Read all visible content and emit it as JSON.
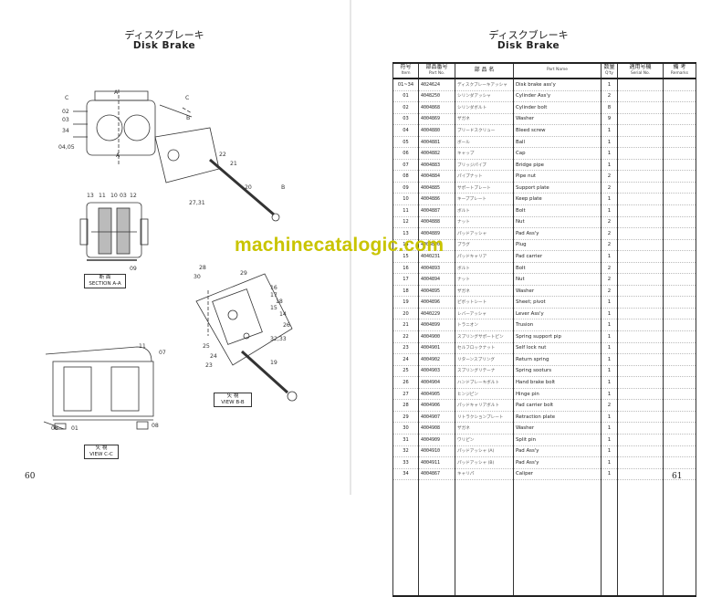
{
  "left_page": {
    "title_jp": "ディスクブレーキ",
    "title_en": "Disk Brake",
    "page_number": "60",
    "callouts": [
      "A",
      "C",
      "C",
      "02",
      "03",
      "34",
      "04,05",
      "A",
      "B",
      "22",
      "21",
      "20",
      "B",
      "27,31",
      "13",
      "11",
      "10",
      "03",
      "12",
      "09",
      "28",
      "29",
      "30",
      "16",
      "17",
      "18",
      "15",
      "14",
      "26",
      "25",
      "32,33",
      "24",
      "19",
      "23",
      "11",
      "07",
      "06",
      "01",
      "08"
    ],
    "section_labels": [
      {
        "jp": "断 面",
        "en": "SECTION A-A"
      },
      {
        "jp": "矢 視",
        "en": "VIEW B-B"
      },
      {
        "jp": "矢 視",
        "en": "VIEW C-C"
      }
    ]
  },
  "right_page": {
    "title_jp": "ディスクブレーキ",
    "title_en": "Disk Brake",
    "page_number": "61",
    "watermark": "machinecatalogic.com",
    "table": {
      "headers": [
        {
          "jp": "符号",
          "en": "Item"
        },
        {
          "jp": "部品番号",
          "en": "Part No."
        },
        {
          "jp": "部 品 名",
          "en": ""
        },
        {
          "jp": "",
          "en": "Part Name"
        },
        {
          "jp": "数量",
          "en": "Q'ty"
        },
        {
          "jp": "適用号機",
          "en": "Serial No."
        },
        {
          "jp": "備 考",
          "en": "Remarks"
        }
      ],
      "rows": [
        {
          "item": "01~34",
          "part": "4024624",
          "jp": "ディスクブレーキアッシャ",
          "en": "Disk brake ass'y",
          "qty": "1"
        },
        {
          "item": "01",
          "part": "4048250",
          "jp": "シリンダアッシャ",
          "en": "Cylinder Ass'y",
          "qty": "2"
        },
        {
          "item": "02",
          "part": "4004868",
          "jp": "シリンダボルト",
          "en": "Cylinder bolt",
          "qty": "8"
        },
        {
          "item": "03",
          "part": "4004869",
          "jp": "ザガネ",
          "en": "Washer",
          "qty": "9"
        },
        {
          "item": "04",
          "part": "4004880",
          "jp": "ブリードスクリュー",
          "en": "Bleed screw",
          "qty": "1"
        },
        {
          "item": "05",
          "part": "4004881",
          "jp": "ボール",
          "en": "Ball",
          "qty": "1"
        },
        {
          "item": "06",
          "part": "4004882",
          "jp": "キャップ",
          "en": "Cap",
          "qty": "1"
        },
        {
          "item": "07",
          "part": "4004883",
          "jp": "ブリッジパイプ",
          "en": "Bridge pipe",
          "qty": "1"
        },
        {
          "item": "08",
          "part": "4004884",
          "jp": "パイプナット",
          "en": "Pipe nut",
          "qty": "2"
        },
        {
          "item": "09",
          "part": "4004885",
          "jp": "サポートプレート",
          "en": "Support plate",
          "qty": "2"
        },
        {
          "item": "10",
          "part": "4004886",
          "jp": "キーププレート",
          "en": "Keep plate",
          "qty": "1"
        },
        {
          "item": "11",
          "part": "4004887",
          "jp": "ボルト",
          "en": "Bolt",
          "qty": "1"
        },
        {
          "item": "12",
          "part": "4004888",
          "jp": "ナット",
          "en": "Nut",
          "qty": "2"
        },
        {
          "item": "13",
          "part": "4004889",
          "jp": "パッドアッシャ",
          "en": "Pad Ass'y",
          "qty": "2"
        },
        {
          "item": "14",
          "part": "4004890",
          "jp": "プラグ",
          "en": "Plug",
          "qty": "2"
        },
        {
          "item": "15",
          "part": "4040231",
          "jp": "パッドキャリア",
          "en": "Pad carrier",
          "qty": "1"
        },
        {
          "item": "16",
          "part": "4004893",
          "jp": "ボルト",
          "en": "Bolt",
          "qty": "2"
        },
        {
          "item": "17",
          "part": "4004894",
          "jp": "ナット",
          "en": "Nut",
          "qty": "2"
        },
        {
          "item": "18",
          "part": "4004895",
          "jp": "ザガネ",
          "en": "Washer",
          "qty": "2"
        },
        {
          "item": "19",
          "part": "4004896",
          "jp": "ピボットシート",
          "en": "Sheet; pivot",
          "qty": "1"
        },
        {
          "item": "20",
          "part": "4040229",
          "jp": "レバーアッシャ",
          "en": "Lever Ass'y",
          "qty": "1"
        },
        {
          "item": "21",
          "part": "4004899",
          "jp": "トラニオン",
          "en": "Trusion",
          "qty": "1"
        },
        {
          "item": "22",
          "part": "4004900",
          "jp": "スプリングサポートピン",
          "en": "Spring support pip",
          "qty": "1"
        },
        {
          "item": "23",
          "part": "4004901",
          "jp": "セルフロックナット",
          "en": "Self lock nut",
          "qty": "1"
        },
        {
          "item": "24",
          "part": "4004902",
          "jp": "リターンスプリング",
          "en": "Return spring",
          "qty": "1"
        },
        {
          "item": "25",
          "part": "4004903",
          "jp": "スプリングリテーナ",
          "en": "Spring sooturs",
          "qty": "1"
        },
        {
          "item": "26",
          "part": "4004904",
          "jp": "ハンドブレーキボルト",
          "en": "Hand brake bolt",
          "qty": "1"
        },
        {
          "item": "27",
          "part": "4004905",
          "jp": "ヒンジピン",
          "en": "Hinge pin",
          "qty": "1"
        },
        {
          "item": "28",
          "part": "4004906",
          "jp": "パッドキャリアボルト",
          "en": "Pad carrier bolt",
          "qty": "2"
        },
        {
          "item": "29",
          "part": "4004907",
          "jp": "リトラクションプレート",
          "en": "Retraction plate",
          "qty": "1"
        },
        {
          "item": "30",
          "part": "4004908",
          "jp": "ザガネ",
          "en": "Washer",
          "qty": "1"
        },
        {
          "item": "31",
          "part": "4004909",
          "jp": "ワリピン",
          "en": "Split pin",
          "qty": "1"
        },
        {
          "item": "32",
          "part": "4004910",
          "jp": "パッドアッシャ (A)",
          "en": "Pad Ass'y",
          "qty": "1"
        },
        {
          "item": "33",
          "part": "4004911",
          "jp": "パッドアッシャ (B)",
          "en": "Pad Ass'y",
          "qty": "1"
        },
        {
          "item": "34",
          "part": "4004867",
          "jp": "キャリパ",
          "en": "Caliper",
          "qty": "1"
        }
      ]
    }
  }
}
